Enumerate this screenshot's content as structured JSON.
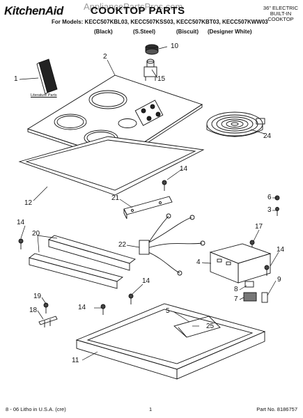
{
  "header": {
    "brand": "KitchenAid",
    "title": "COOKTOP PARTS",
    "watermark": "AppliancePartsPros.com",
    "spec_line1": "36\" ELECTRIC",
    "spec_line2": "BUILT-IN",
    "spec_line3": "COOKTOP",
    "models_line": "For Models: KECC507KBL03, KECC507KSS03, KECC507KBT03, KECC507KWW03",
    "variants": [
      "(Black)",
      "(S.Steel)",
      "(Biscuit)",
      "(Designer White)"
    ]
  },
  "labels": {
    "literature": "Literature Parts",
    "callouts": [
      "1",
      "2",
      "3",
      "4",
      "5",
      "6",
      "7",
      "8",
      "9",
      "10",
      "11",
      "12",
      "14",
      "14",
      "14",
      "14",
      "14",
      "15",
      "17",
      "18",
      "19",
      "20",
      "21",
      "22",
      "24",
      "25"
    ]
  },
  "footer": {
    "left": "8 - 06 Litho in U.S.A. (cre)",
    "center": "1",
    "right": "Part No. 8186757"
  }
}
